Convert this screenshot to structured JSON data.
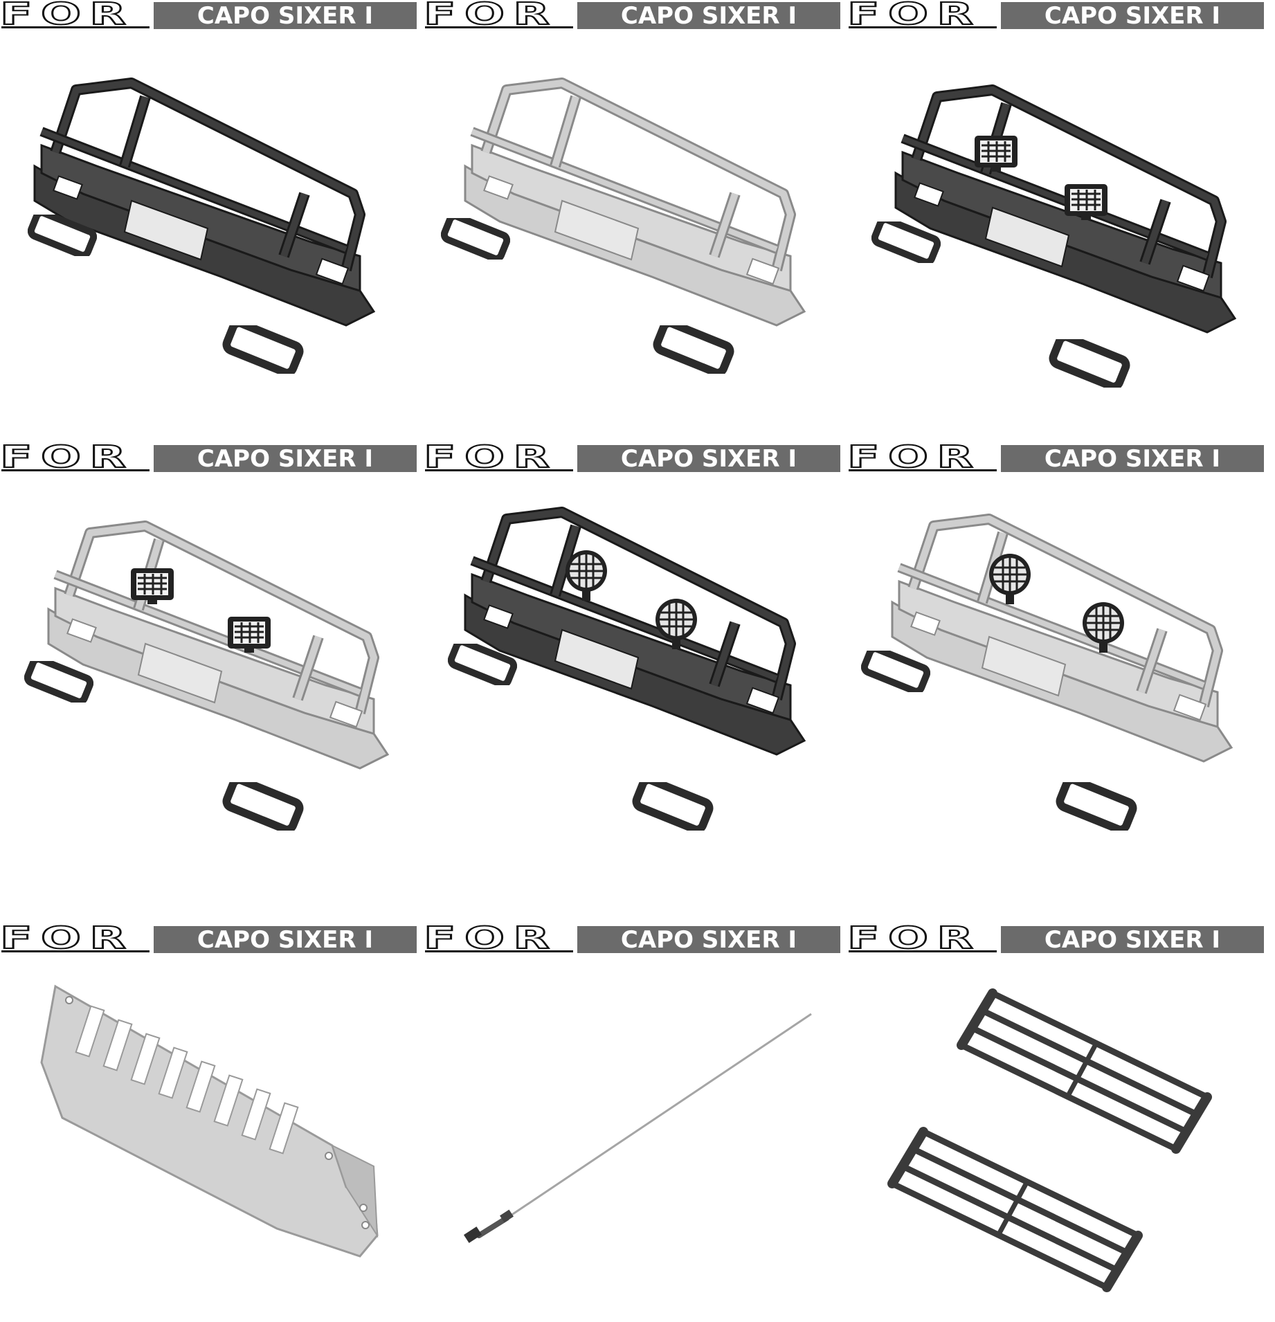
{
  "panels": [
    {
      "prefix": "FOR",
      "model": "CAPO SIXER I",
      "item": "bumper-black-plain"
    },
    {
      "prefix": "FOR",
      "model": "CAPO SIXER I",
      "item": "bumper-silver-plain"
    },
    {
      "prefix": "FOR",
      "model": "CAPO SIXER I",
      "item": "bumper-black-square-lights"
    },
    {
      "prefix": "FOR",
      "model": "CAPO SIXER I",
      "item": "bumper-silver-square-lights"
    },
    {
      "prefix": "FOR",
      "model": "CAPO SIXER I",
      "item": "bumper-black-round-lights"
    },
    {
      "prefix": "FOR",
      "model": "CAPO SIXER I",
      "item": "bumper-silver-round-lights"
    },
    {
      "prefix": "FOR",
      "model": "CAPO SIXER I",
      "item": "skid-plate"
    },
    {
      "prefix": "FOR",
      "model": "CAPO SIXER I",
      "item": "antenna"
    },
    {
      "prefix": "FOR",
      "model": "CAPO SIXER I",
      "item": "side-steps"
    }
  ],
  "colors": {
    "black_finish": "#3a3a3a",
    "silver_finish": "#c9c9c9",
    "banner_gray": "#6b6b6b"
  }
}
